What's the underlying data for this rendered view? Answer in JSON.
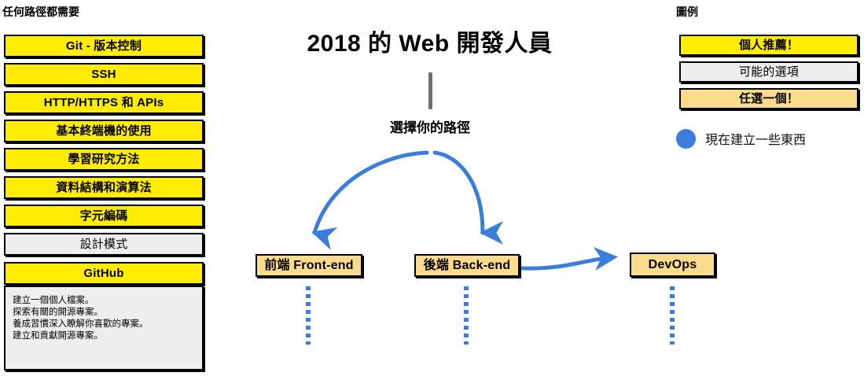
{
  "theme": {
    "yellow": "#ffec00",
    "gray": "#eeeeee",
    "orange": "#fcdc8c",
    "blue": "#3b7ddd",
    "trunk_gray": "#6e6e6e",
    "outline": "#000000"
  },
  "left_column": {
    "header": "任何路徑都需要",
    "items": [
      {
        "label": "Git - 版本控制",
        "style": "yellow"
      },
      {
        "label": "SSH",
        "style": "yellow"
      },
      {
        "label": "HTTP/HTTPS 和 APIs",
        "style": "yellow"
      },
      {
        "label": "基本終端機的使用",
        "style": "yellow"
      },
      {
        "label": "學習研究方法",
        "style": "yellow"
      },
      {
        "label": "資料結構和演算法",
        "style": "yellow"
      },
      {
        "label": "字元編碼",
        "style": "yellow"
      },
      {
        "label": "設計模式",
        "style": "gray"
      },
      {
        "label": "GitHub",
        "style": "yellow"
      }
    ],
    "github_description": "建立一個個人檔案。\n探索有關的開源專案。\n養成習慣深入瞭解你喜歡的專案。\n建立和貢獻開源專案。"
  },
  "center": {
    "title": "2018 的 Web 開發人員",
    "choose_path_label": "選擇你的路徑",
    "branches": [
      {
        "label": "前端 Front-end",
        "style": "orange"
      },
      {
        "label": "後端 Back-end",
        "style": "orange"
      },
      {
        "label": "DevOps",
        "style": "orange"
      }
    ]
  },
  "legend": {
    "header": "圖例",
    "items": [
      {
        "label": "個人推薦！",
        "style": "yellow"
      },
      {
        "label": "可能的選項",
        "style": "gray"
      },
      {
        "label": "任選一個！",
        "style": "orange"
      }
    ],
    "build_now_label": "現在建立一些東西"
  }
}
